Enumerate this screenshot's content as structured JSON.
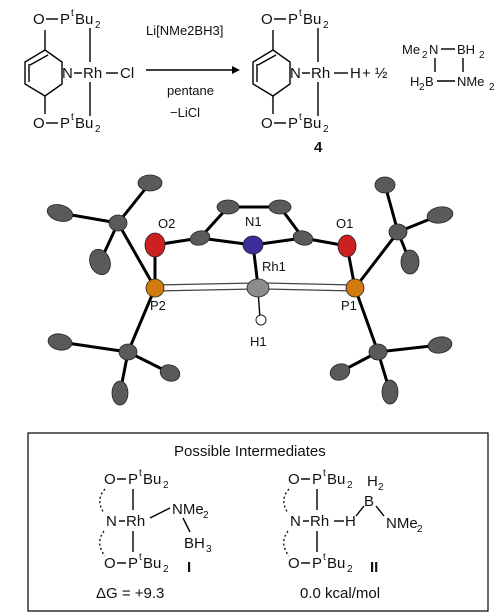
{
  "reaction": {
    "reagent": "Li[NMe2BH3]",
    "solvent": "pentane",
    "byproduct": "−LiCl",
    "compound_number": "4",
    "coefficient": "+ ½",
    "reactant_labels": {
      "o_top": "O",
      "o_bot": "O",
      "p_top": "P",
      "p_bot": "P",
      "t": "t",
      "bu": "Bu",
      "sub2": "2",
      "n": "N",
      "rh": "Rh",
      "cl": "Cl"
    },
    "product_labels": {
      "rh": "Rh",
      "h": "H"
    },
    "dimer": {
      "me2n_top": "Me",
      "n_top": "N",
      "bh2_top": "BH",
      "h2b": "H",
      "b_bot": "B",
      "nme2_bot": "NMe",
      "sub2": "2"
    }
  },
  "crystal": {
    "labels": [
      "O2",
      "N1",
      "O1",
      "Rh1",
      "P2",
      "P1",
      "H1"
    ],
    "colors": {
      "carbon": "#5a5a5a",
      "oxygen": "#cc1f1f",
      "nitrogen": "#3a2f9a",
      "phosphorus": "#d07a10",
      "rhodium": "#8c8c8c",
      "hydrogen": "#ffffff"
    }
  },
  "intermediates": {
    "title": "Possible Intermediates",
    "I": {
      "label": "I",
      "ligand": "NMe",
      "ligand_sub": "2",
      "borane": "BH",
      "borane_sub": "3",
      "energy": "ΔG = +9.3"
    },
    "II": {
      "label": "II",
      "h2": "H",
      "h2_sub": "2",
      "b": "B",
      "nme2": "NMe",
      "nme2_sub": "2",
      "energy": "0.0 kcal/mol"
    }
  }
}
